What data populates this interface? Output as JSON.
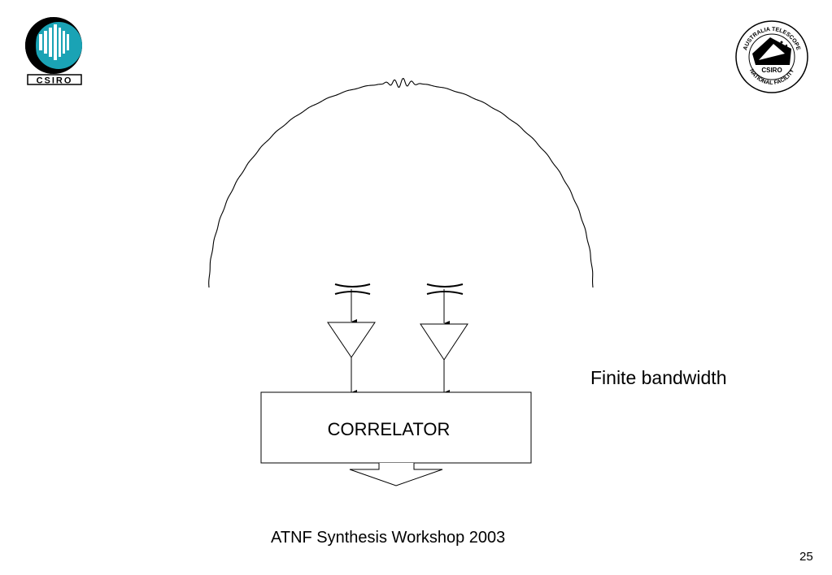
{
  "logos": {
    "csiro_text": "CSIRO",
    "atnf_top_text": "AUSTRALIA TELESCOPE",
    "atnf_bottom_text": "NATIONAL FACILITY",
    "atnf_center_text": "CSIRO"
  },
  "diagram": {
    "correlator_label": "CORRELATOR"
  },
  "annotation": {
    "bandwidth": "Finite bandwidth"
  },
  "footer": {
    "workshop": "ATNF Synthesis Workshop 2003",
    "page_number": "25"
  },
  "colors": {
    "ink": "#000000",
    "csiro_teal": "#1aa3b5"
  }
}
